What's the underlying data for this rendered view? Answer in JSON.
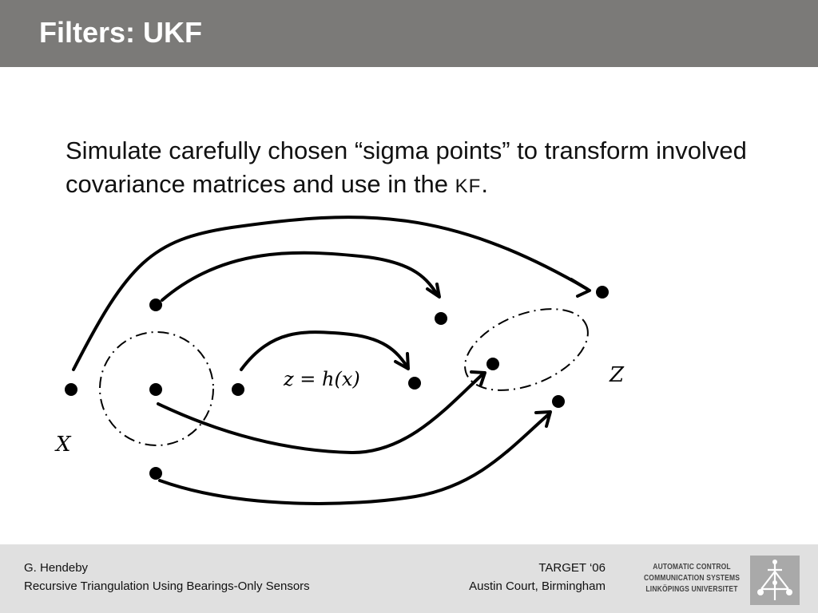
{
  "header": {
    "title": "Filters: UKF"
  },
  "body": {
    "text_main": "Simulate carefully chosen “sigma points” to transform involved covariance matrices and use in the ",
    "text_abbrev": "KF",
    "text_end": "."
  },
  "diagram": {
    "label_input_set": "X",
    "label_output_set": "Z",
    "equation": "z = h(x)"
  },
  "footer": {
    "author": "G. Hendeby",
    "talk_title": "Recursive Triangulation Using Bearings-Only Sensors",
    "event": "TARGET ‘06",
    "venue": "Austin Court, Birmingham",
    "logo_lines": [
      "AUTOMATIC CONTROL",
      "COMMUNICATION SYSTEMS",
      "LINKÖPINGS UNIVERSITET"
    ]
  }
}
